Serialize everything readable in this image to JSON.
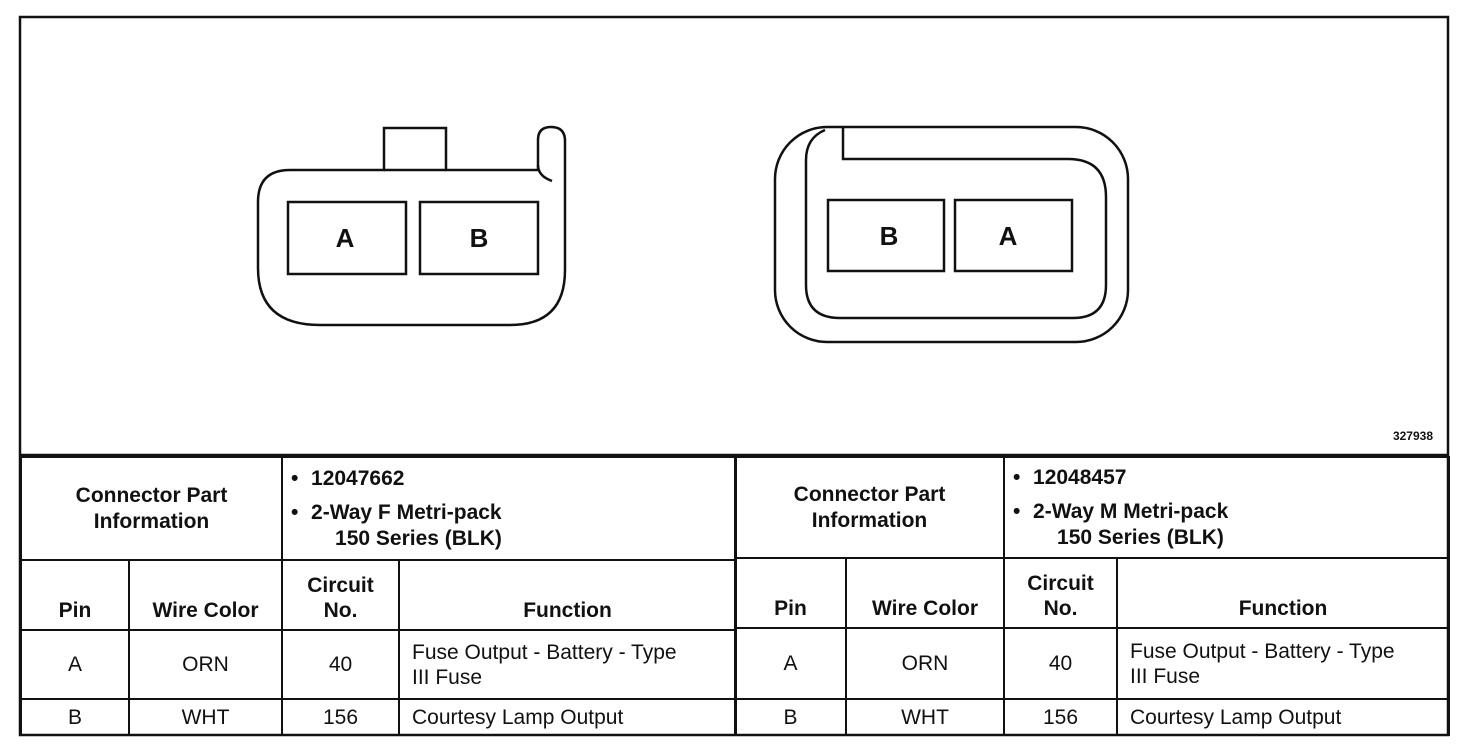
{
  "figure_id": "327938",
  "connectors": [
    {
      "part_info_label": "Connector Part Information",
      "part_number": "12047662",
      "description_line1": "2-Way F Metri-pack",
      "description_line2": "150 Series (BLK)",
      "pin_labels": [
        "A",
        "B"
      ],
      "column_headers": {
        "pin": "Pin",
        "wire_color": "Wire Color",
        "circuit_no": "Circuit No.",
        "function": "Function"
      },
      "rows": [
        {
          "pin": "A",
          "wire_color": "ORN",
          "circuit": "40",
          "function": "Fuse Output - Battery - Type III Fuse"
        },
        {
          "pin": "B",
          "wire_color": "WHT",
          "circuit": "156",
          "function": "Courtesy Lamp Output"
        }
      ]
    },
    {
      "part_info_label": "Connector Part Information",
      "part_number": "12048457",
      "description_line1": "2-Way M Metri-pack",
      "description_line2": "150 Series (BLK)",
      "pin_labels": [
        "B",
        "A"
      ],
      "column_headers": {
        "pin": "Pin",
        "wire_color": "Wire Color",
        "circuit_no": "Circuit No.",
        "function": "Function"
      },
      "rows": [
        {
          "pin": "A",
          "wire_color": "ORN",
          "circuit": "40",
          "function": "Fuse Output - Battery - Type III Fuse"
        },
        {
          "pin": "B",
          "wire_color": "WHT",
          "circuit": "156",
          "function": "Courtesy Lamp Output"
        }
      ]
    }
  ]
}
